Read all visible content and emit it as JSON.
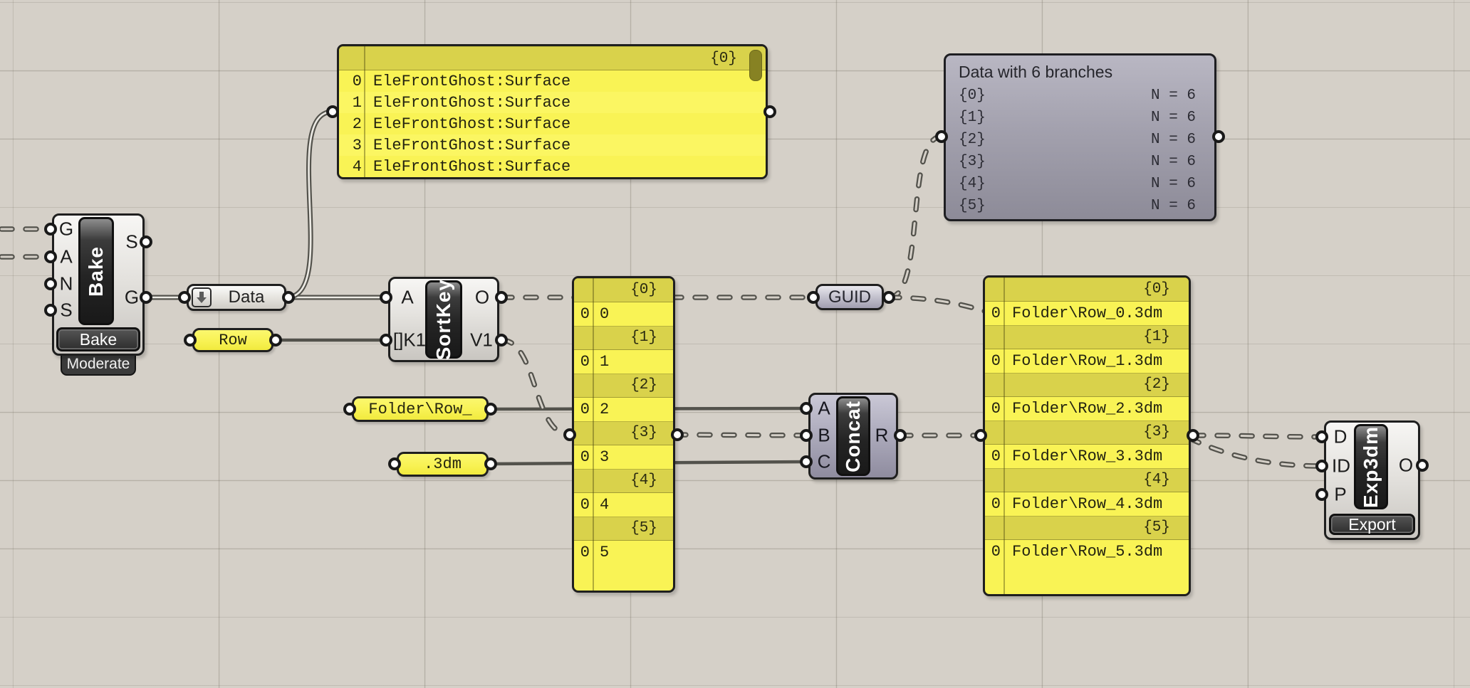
{
  "colors": {
    "canvas_bg": "#d5d0c8",
    "panel_yellow": "#f9f355",
    "panel_header_yellow": "#d9d24b",
    "viewer_gray": "#a5a3b0",
    "component_dark_plate": "#242424",
    "wire": "#53524c"
  },
  "nodes": {
    "bake": {
      "plate": "Bake",
      "inputs": [
        "G",
        "A",
        "N",
        "S"
      ],
      "outputs": [
        "S",
        "G"
      ],
      "button": "Bake",
      "tag": "Moderate"
    },
    "data_param": {
      "label": "Data"
    },
    "row_param": {
      "value": "Row"
    },
    "sortkey": {
      "plate": "SortKey",
      "inputs": [
        "A",
        "[]K1"
      ],
      "outputs": [
        "O",
        "V1"
      ]
    },
    "top_panel": {
      "branch": "{0}",
      "rows": [
        {
          "i": "0",
          "v": "EleFrontGhost:Surface"
        },
        {
          "i": "1",
          "v": "EleFrontGhost:Surface"
        },
        {
          "i": "2",
          "v": "EleFrontGhost:Surface"
        },
        {
          "i": "3",
          "v": "EleFrontGhost:Surface"
        },
        {
          "i": "4",
          "v": "EleFrontGhost:Surface"
        }
      ]
    },
    "mid_panel": {
      "branches": [
        {
          "label": "{0}",
          "i": "0",
          "v": "0"
        },
        {
          "label": "{1}",
          "i": "0",
          "v": "1"
        },
        {
          "label": "{2}",
          "i": "0",
          "v": "2"
        },
        {
          "label": "{3}",
          "i": "0",
          "v": "3"
        },
        {
          "label": "{4}",
          "i": "0",
          "v": "4"
        },
        {
          "label": "{5}",
          "i": "0",
          "v": "5"
        }
      ]
    },
    "folder_param": {
      "value": "Folder\\Row_"
    },
    "dm_param": {
      "value": ".3dm"
    },
    "concat": {
      "plate": "Concat",
      "inputs": [
        "A",
        "B",
        "C"
      ],
      "outputs": [
        "R"
      ]
    },
    "guid_param": {
      "label": "GUID"
    },
    "tree_viewer": {
      "title": "Data with 6 branches",
      "rows": [
        {
          "path": "{0}",
          "count": "N = 6"
        },
        {
          "path": "{1}",
          "count": "N = 6"
        },
        {
          "path": "{2}",
          "count": "N = 6"
        },
        {
          "path": "{3}",
          "count": "N = 6"
        },
        {
          "path": "{4}",
          "count": "N = 6"
        },
        {
          "path": "{5}",
          "count": "N = 6"
        }
      ]
    },
    "right_panel": {
      "branches": [
        {
          "label": "{0}",
          "i": "0",
          "v": "Folder\\Row_0.3dm"
        },
        {
          "label": "{1}",
          "i": "0",
          "v": "Folder\\Row_1.3dm"
        },
        {
          "label": "{2}",
          "i": "0",
          "v": "Folder\\Row_2.3dm"
        },
        {
          "label": "{3}",
          "i": "0",
          "v": "Folder\\Row_3.3dm"
        },
        {
          "label": "{4}",
          "i": "0",
          "v": "Folder\\Row_4.3dm"
        },
        {
          "label": "{5}",
          "i": "0",
          "v": "Folder\\Row_5.3dm"
        }
      ]
    },
    "exp3dm": {
      "plate": "Exp3dm",
      "inputs": [
        "D",
        "ID",
        "P"
      ],
      "outputs": [
        "O"
      ],
      "button": "Export"
    }
  }
}
